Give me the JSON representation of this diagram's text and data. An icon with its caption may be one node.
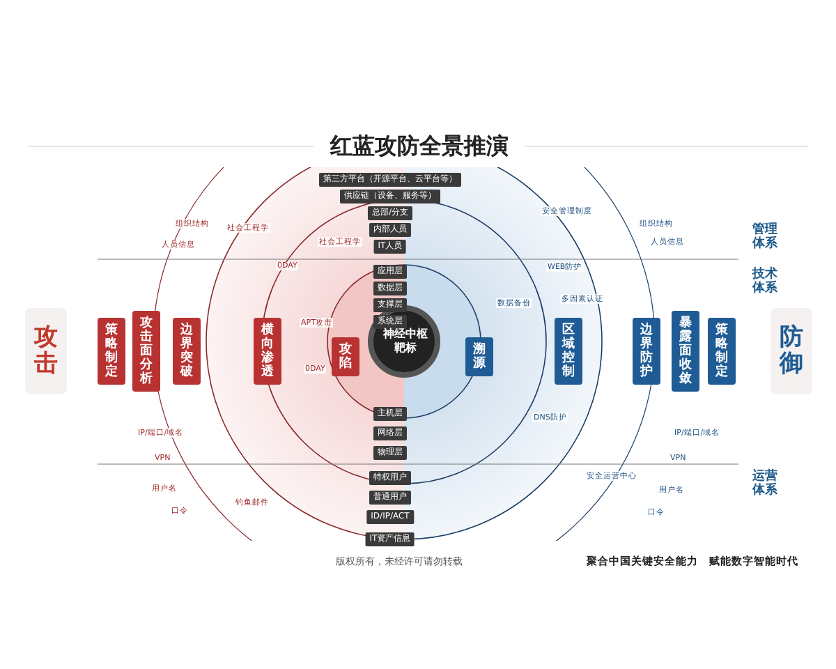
{
  "diagram": {
    "title": "红蓝攻防全景推演",
    "nodes": [
      {
        "text": [
          "第三方平台（开源平台、云平台等）"
        ]
      },
      {
        "text": [
          "供应链（设备、服务等）"
        ]
      },
      {
        "text": [
          "总部/分支"
        ]
      },
      {
        "text": [
          "内部人员"
        ]
      },
      {
        "text": [
          "IT人员"
        ]
      },
      {
        "text": [
          "应用层"
        ]
      },
      {
        "text": [
          "数据层"
        ]
      },
      {
        "text": [
          "支撑层"
        ]
      },
      {
        "text": [
          "系统层"
        ]
      },
      {
        "text": [
          "攻击"
        ]
      },
      {
        "text": [
          "策略制定"
        ]
      },
      {
        "text": [
          "攻击面分析"
        ]
      },
      {
        "text": [
          "边界突破"
        ]
      },
      {
        "text": [
          "横向渗透"
        ]
      },
      {
        "text": [
          "攻陷"
        ]
      },
      {
        "text": [
          "神经中枢靶标"
        ]
      },
      {
        "text": [
          "溯源"
        ]
      },
      {
        "text": [
          "区域控制"
        ]
      },
      {
        "text": [
          "边界防护"
        ]
      },
      {
        "text": [
          "暴露面收敛"
        ]
      },
      {
        "text": [
          "策略制定"
        ]
      },
      {
        "text": [
          "防御"
        ]
      },
      {
        "text": [
          "主机层"
        ]
      },
      {
        "text": [
          "网络层"
        ]
      },
      {
        "text": [
          "物理层"
        ]
      },
      {
        "text": [
          "特权用户"
        ]
      },
      {
        "text": [
          "普通用户"
        ]
      },
      {
        "text": [
          "ID/IP/ACT"
        ]
      },
      {
        "text": [
          "IT资产信息"
        ]
      }
    ],
    "labels": [
      "管理体系",
      "技术体系",
      "运营体系",
      "组织结构",
      "人员信息",
      "社会工程学",
      "社会工程学",
      "0DAY",
      "APT攻击",
      "0DAY",
      "IP/端口/域名",
      "VPN",
      "用户名",
      "口令",
      "钓鱼邮件",
      "安全管理制度",
      "组织结构",
      "人员信息",
      "WEB防护",
      "多因素认证",
      "数据备份",
      "DNS防护",
      "IP/端口/域名",
      "VPN",
      "用户名",
      "口令",
      "安全运营中心",
      "版权所有，未经许可请勿转载",
      "聚合中国关键安全能力　赋能数字智能时代"
    ]
  }
}
